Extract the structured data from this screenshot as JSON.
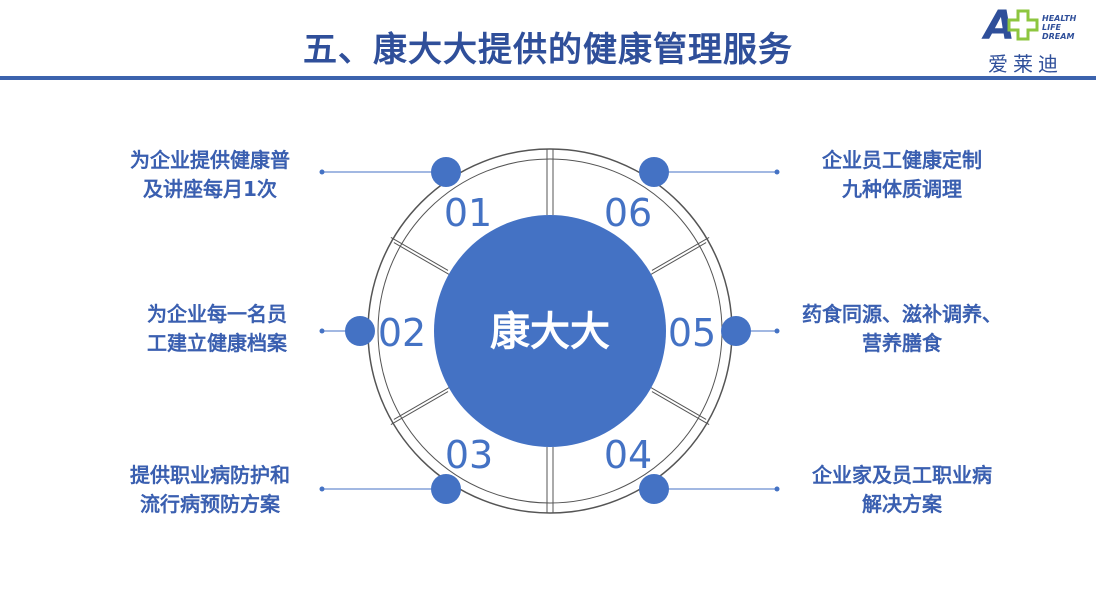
{
  "title": "五、康大大提供的健康管理服务",
  "logo": {
    "mark": "A",
    "en_lines": [
      "HEALTH",
      "LIFE",
      "DREAM"
    ],
    "cn": "爱莱迪",
    "accent_color": "#8dc63f",
    "brand_color": "#2f4f9a"
  },
  "center_label": "康大大",
  "segments": [
    {
      "number": "01",
      "lines": [
        "为企业提供健康普",
        "及讲座每月1次"
      ]
    },
    {
      "number": "02",
      "lines": [
        "为企业每一名员",
        "工建立健康档案"
      ]
    },
    {
      "number": "03",
      "lines": [
        "提供职业病防护和",
        "流行病预防方案"
      ]
    },
    {
      "number": "04",
      "lines": [
        "企业家及员工职业病",
        "解决方案"
      ]
    },
    {
      "number": "05",
      "lines": [
        "药食同源、滋补调养、",
        "营养膳食"
      ]
    },
    {
      "number": "06",
      "lines": [
        "企业员工健康定制",
        "九种体质调理"
      ]
    }
  ],
  "colors": {
    "primary": "#4472c4",
    "text": "#3a5fb0",
    "ring": "#ffffff",
    "ring_stroke": "#555555"
  }
}
